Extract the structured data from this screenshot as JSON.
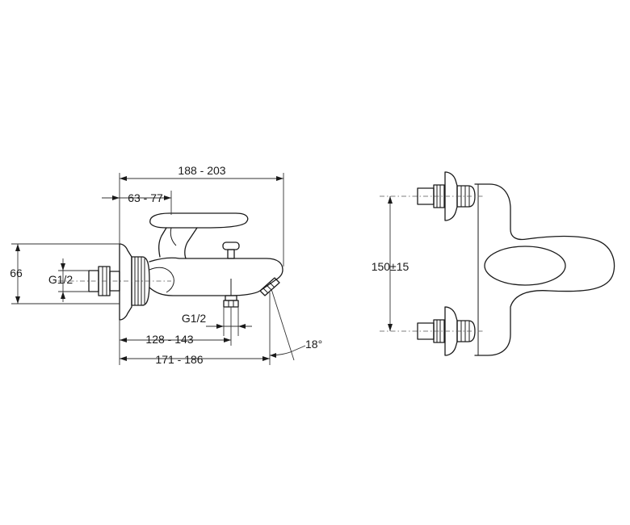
{
  "side_view": {
    "dim_overall_width": "188 - 203",
    "dim_handle_offset": "63 - 77",
    "dim_height": "66",
    "dim_inlet_thread": "G1/2",
    "dim_outlet_thread": "G1/2",
    "dim_outlet_distance": "128 - 143",
    "dim_spout_reach": "171 - 186",
    "dim_spout_angle": "18°"
  },
  "front_view": {
    "dim_centers": "150±15"
  }
}
